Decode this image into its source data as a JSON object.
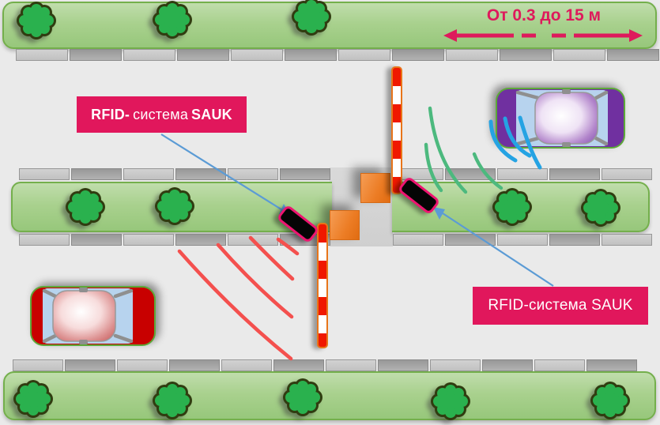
{
  "measurement": {
    "label": "От 0.3 до 15 м"
  },
  "rfid_labels": {
    "left": {
      "part_bold1": "RFID-",
      "part_regular": "система",
      "part_bold2": "SAUK"
    },
    "right": {
      "text": "RFID-система SAUK"
    }
  },
  "colors": {
    "accent_pink": "#DE1A5C",
    "label_background": "#E1175C",
    "label_text": "#FFFFFF",
    "grass_fill": "#A9D18E",
    "grass_border": "#74AF4C",
    "tree_green": "#2AB14E",
    "tree_outline": "#303C10",
    "curb_light": "#C9C9C9",
    "curb_dark": "#A0A0A0",
    "cabinet_orange": "#EC7C24",
    "barrier_red": "#F01800",
    "barrier_white": "#FFFFFF",
    "barrier_outline": "#E8751A",
    "reader_fill": "#050505",
    "reader_outline": "#EE1470",
    "wave_red": "#F4504E",
    "wave_green": "#4CB97E",
    "wave_blue": "#25A3E3",
    "pointer_arrow_blue": "#5B9BD5",
    "car_purple": "#7030A0",
    "car_red": "#C80000",
    "car_window_blue": "#B7D3EE",
    "road_gray": "#EAEAEA"
  }
}
